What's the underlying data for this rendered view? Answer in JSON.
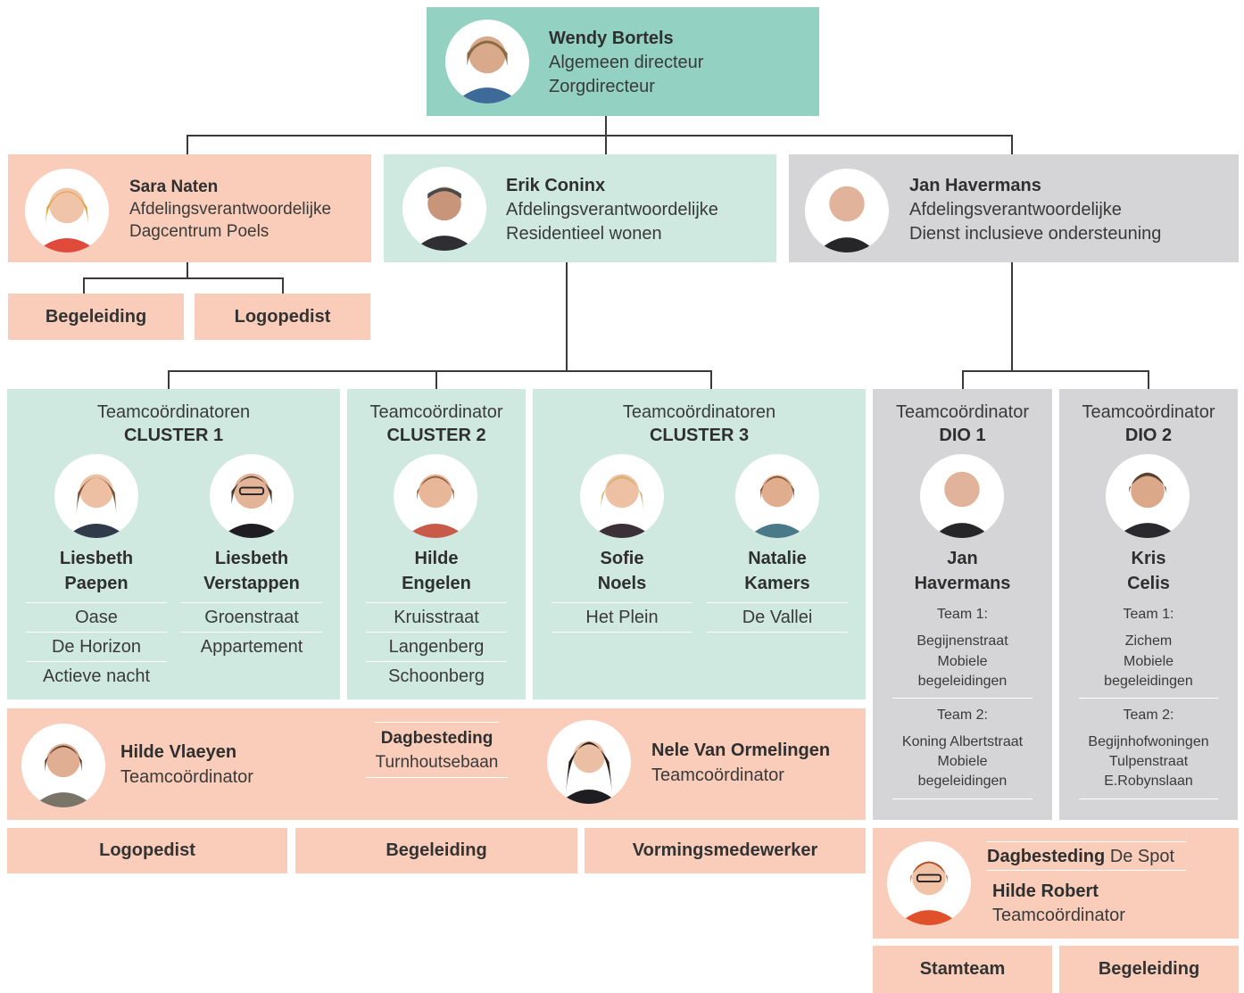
{
  "director": {
    "name": "Wendy Bortels",
    "role1": "Algemeen directeur",
    "role2": "Zorgdirecteur"
  },
  "dept_left": {
    "name": "Sara Naten",
    "role1": "Afdelingsverantwoordelijke",
    "role2": "Dagcentrum Poels",
    "sub1": "Begeleiding",
    "sub2": "Logopedist"
  },
  "dept_mid": {
    "name": "Erik Coninx",
    "role1": "Afdelingsverantwoordelijke",
    "role2": "Residentieel wonen"
  },
  "dept_right": {
    "name": "Jan Havermans",
    "role1": "Afdelingsverantwoordelijke",
    "role2": "Dienst inclusieve ondersteuning"
  },
  "cluster1": {
    "title": "Teamcoördinatoren",
    "name": "CLUSTER 1",
    "p1": {
      "first": "Liesbeth",
      "last": "Paepen",
      "items": [
        "Oase",
        "De Horizon",
        "Actieve nacht"
      ]
    },
    "p2": {
      "first": "Liesbeth",
      "last": "Verstappen",
      "items": [
        "Groenstraat",
        "Appartement"
      ]
    }
  },
  "cluster2": {
    "title": "Teamcoördinator",
    "name": "CLUSTER 2",
    "p1": {
      "first": "Hilde",
      "last": "Engelen",
      "items": [
        "Kruisstraat",
        "Langenberg",
        "Schoonberg"
      ]
    }
  },
  "cluster3": {
    "title": "Teamcoördinatoren",
    "name": "CLUSTER 3",
    "p1": {
      "first": "Sofie",
      "last": "Noels",
      "items": [
        "Het Plein"
      ]
    },
    "p2": {
      "first": "Natalie",
      "last": "Kamers",
      "items": [
        "De Vallei"
      ]
    }
  },
  "dio1": {
    "title": "Teamcoördinator",
    "name": "DIO 1",
    "first": "Jan",
    "last": "Havermans",
    "team1_label": "Team 1:",
    "team1_lines": [
      "Begijnenstraat",
      "Mobiele",
      "begeleidingen"
    ],
    "team2_label": "Team 2:",
    "team2_lines": [
      "Koning Albertstraat",
      "Mobiele",
      "begeleidingen"
    ]
  },
  "dio2": {
    "title": "Teamcoördinator",
    "name": "DIO 2",
    "first": "Kris",
    "last": "Celis",
    "team1_label": "Team 1:",
    "team1_lines": [
      "Zichem",
      "Mobiele",
      "begeleidingen"
    ],
    "team2_label": "Team 2:",
    "team2_lines": [
      "Begijnhofwoningen",
      "Tulpenstraat",
      "E.Robynslaan"
    ]
  },
  "dagbesteding": {
    "heading": "Dagbesteding",
    "place": "Turnhoutsebaan",
    "left": {
      "name": "Hilde Vlaeyen",
      "role": "Teamcoördinator"
    },
    "right": {
      "name": "Nele Van Ormelingen",
      "role": "Teamcoördinator"
    },
    "sub1": "Logopedist",
    "sub2": "Begeleiding",
    "sub3": "Vormingsmedewerker"
  },
  "spot": {
    "heading_bold": "Dagbesteding",
    "heading_place": "De Spot",
    "name": "Hilde Robert",
    "role": "Teamcoördinator",
    "sub1": "Stamteam",
    "sub2": "Begeleiding"
  },
  "colors": {
    "director": "#93d2c2",
    "residential": "#cfe9e1",
    "peach": "#f9cdb9",
    "grey": "#d5d5d7",
    "connector": "#3a3a3a"
  }
}
